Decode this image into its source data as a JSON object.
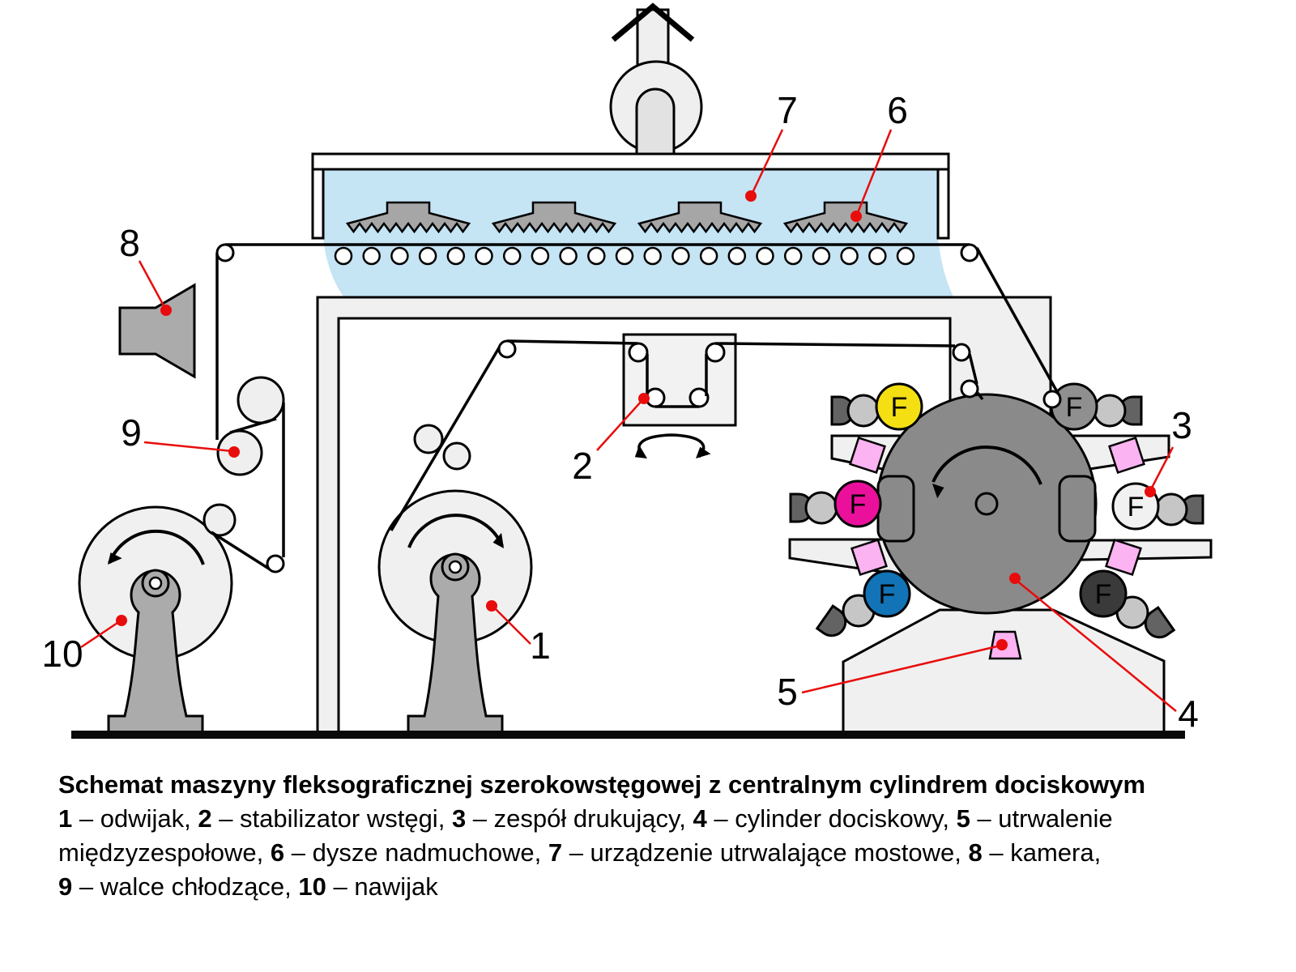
{
  "diagram": {
    "plate_letter": "F",
    "labels": [
      "1",
      "2",
      "3",
      "4",
      "5",
      "6",
      "7",
      "8",
      "9",
      "10"
    ],
    "dryer": {
      "roller_count": 21,
      "nozzle_count": 4
    },
    "colors": {
      "dryer_blue": "#C5E4F4",
      "yellow": "#F4DF13",
      "magenta": "#EB109C",
      "cyan": "#1273B6",
      "black_unit": "#3A3A3A",
      "gray_unit": "#8F8F8F",
      "white_unit": "#F1F1F1",
      "pink": "#FBB3F1",
      "cylinder": "#8A8A8A",
      "frame": "#F0F0F0",
      "metal": "#ABABAB",
      "chamber": "#636363",
      "anilox": "#C6C6C6",
      "nozzle": "#A6A6A6",
      "red": "#E80C0C"
    }
  },
  "caption": {
    "title": "Schemat maszyny fleksograficznej szerokowstęgowej z centralnym cylindrem dociskowym",
    "lines": [
      [
        {
          "t": "1",
          "b": true
        },
        {
          "t": " – odwijak, ",
          "b": false
        },
        {
          "t": "2",
          "b": true
        },
        {
          "t": " – stabilizator wstęgi, ",
          "b": false
        },
        {
          "t": "3",
          "b": true
        },
        {
          "t": " – zespół drukujący, ",
          "b": false
        },
        {
          "t": "4",
          "b": true
        },
        {
          "t": " – cylinder dociskowy, ",
          "b": false
        },
        {
          "t": "5",
          "b": true
        },
        {
          "t": " – utrwalenie",
          "b": false
        }
      ],
      [
        {
          "t": "międzyzespołowe, ",
          "b": false
        },
        {
          "t": "6",
          "b": true
        },
        {
          "t": " – dysze nadmuchowe, ",
          "b": false
        },
        {
          "t": "7",
          "b": true
        },
        {
          "t": " – urządzenie utrwalające mostowe, ",
          "b": false
        },
        {
          "t": "8",
          "b": true
        },
        {
          "t": " – kamera,",
          "b": false
        }
      ],
      [
        {
          "t": "9",
          "b": true
        },
        {
          "t": " – walce chłodzące, ",
          "b": false
        },
        {
          "t": "10",
          "b": true
        },
        {
          "t": " – nawijak",
          "b": false
        }
      ]
    ]
  }
}
